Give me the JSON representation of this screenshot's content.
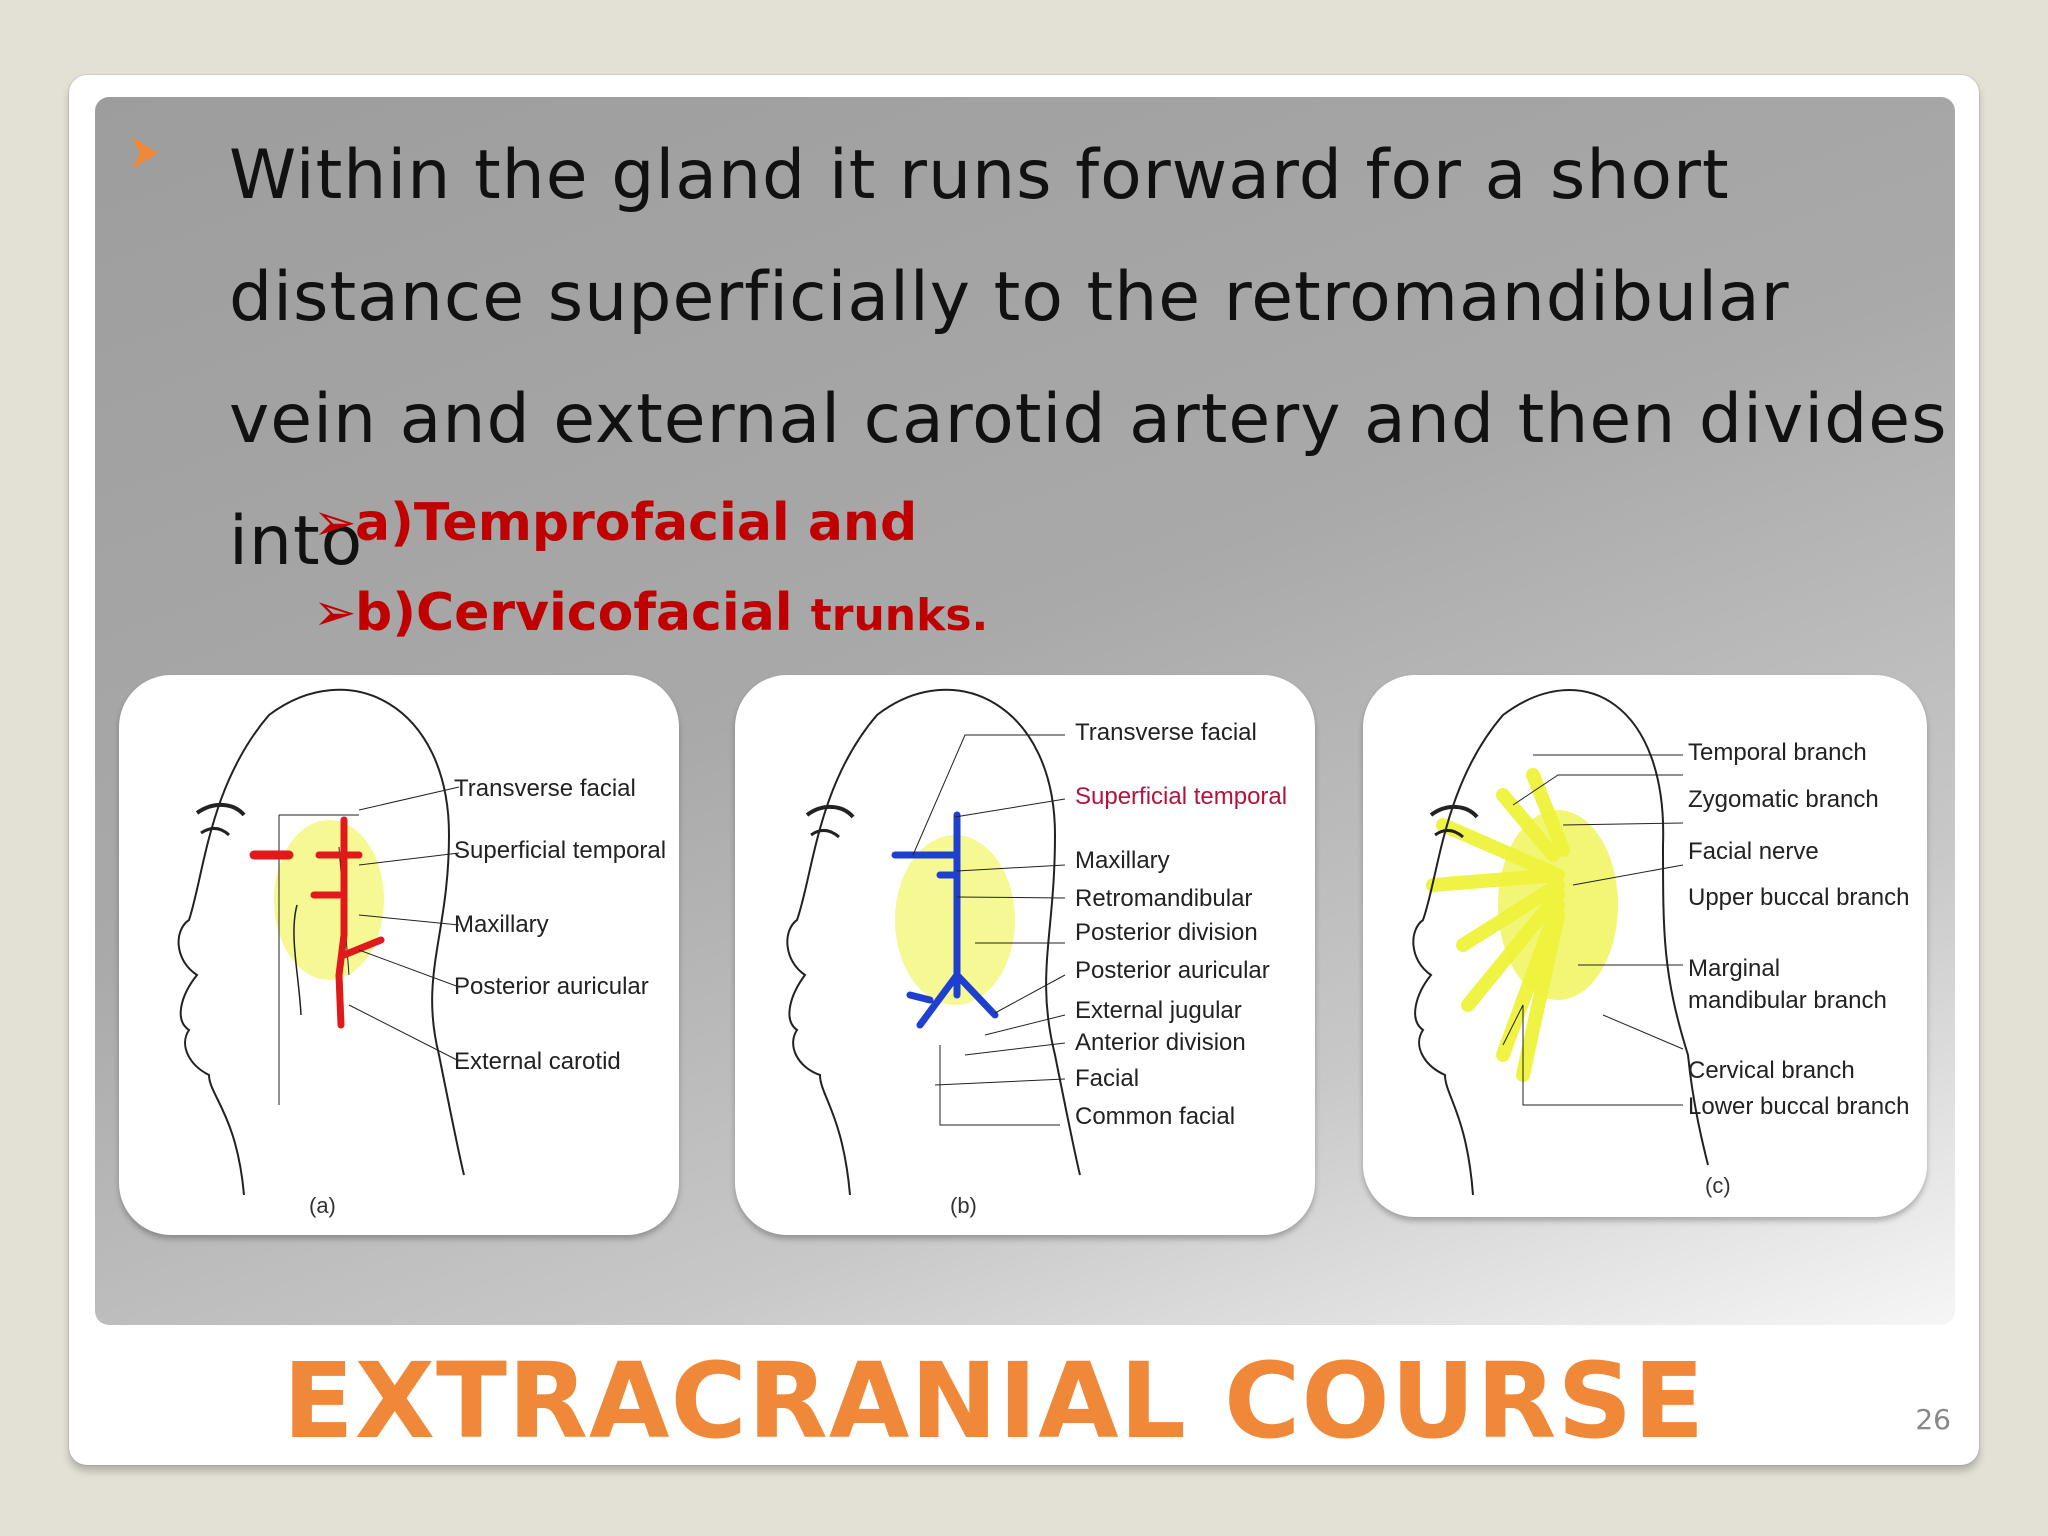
{
  "slide": {
    "paragraph": "Within the gland it runs forward for a short distance superficially to the retromandibular vein and external carotid artery and then divides into",
    "sub_items": [
      {
        "marker": "➢",
        "text": "a)Temprofacial and",
        "suffix": ""
      },
      {
        "marker": "➢",
        "text": "b)Cervicofacial ",
        "suffix": "trunks."
      }
    ],
    "title": "EXTRACRANIAL COURSE",
    "page_number": "26"
  },
  "figures": [
    {
      "caption": "(a)",
      "labels": [
        "Transverse facial",
        "Superficial temporal",
        "Maxillary",
        "Posterior auricular",
        "External carotid"
      ]
    },
    {
      "caption": "(b)",
      "labels": [
        "Transverse facial",
        "Superficial temporal",
        "Maxillary",
        "Retromandibular",
        "Posterior division",
        "Posterior auricular",
        "External jugular",
        "Anterior division",
        "Facial",
        "Common facial"
      ]
    },
    {
      "caption": "(c)",
      "labels": [
        "Temporal branch",
        "Zygomatic branch",
        "Facial nerve",
        "Upper buccal branch",
        "Marginal",
        "mandibular branch",
        "Cervical branch",
        "Lower buccal branch"
      ]
    }
  ],
  "colors": {
    "accent_orange": "#f0883a",
    "sub_red": "#c00000",
    "artery_red": "#e0191b",
    "vein_blue": "#1f3fcf",
    "gland_yellow": "#eef23a"
  }
}
